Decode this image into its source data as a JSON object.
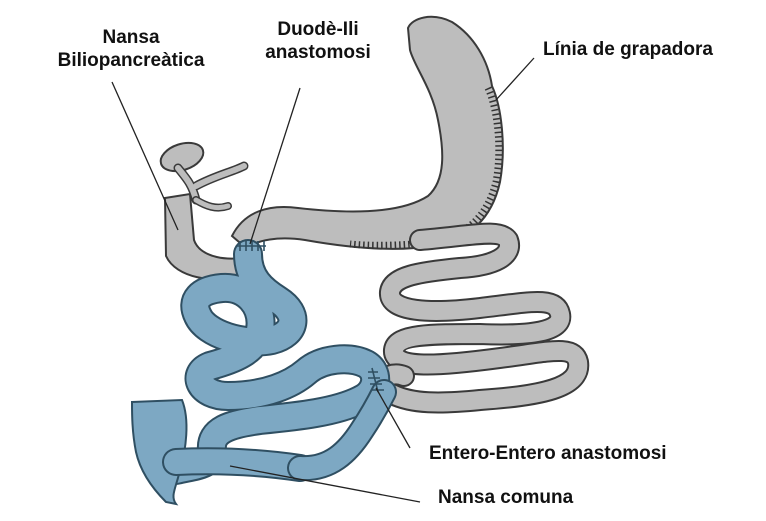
{
  "labels": {
    "biliopancreatic_loop": [
      "Nansa",
      "Biliopancreàtica"
    ],
    "duodeno_ileal_anastomosis": [
      "Duodè-Ili",
      "anastomosi"
    ],
    "staple_line": "Línia de grapadora",
    "entero_entero_anastomosis": "Entero-Entero anastomosi",
    "common_loop": "Nansa comuna"
  },
  "colors": {
    "stomach_and_bowel": "#bdbdbd",
    "alimentary_limb": "#7da8c3",
    "outline": "#3a3a3a",
    "leader_line": "#222222",
    "text": "#111111"
  }
}
